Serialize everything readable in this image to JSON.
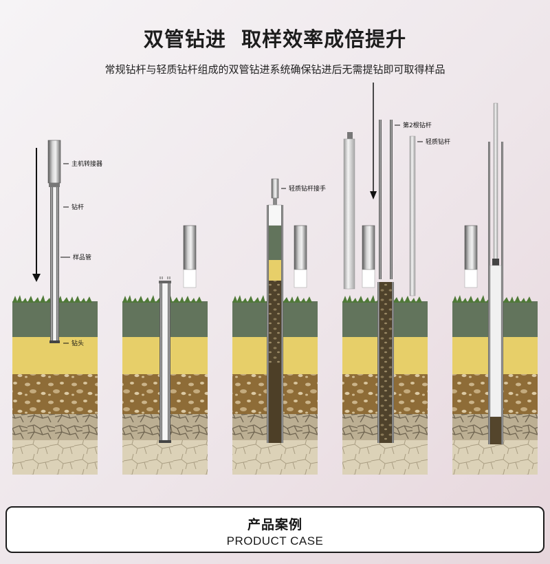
{
  "header": {
    "title": "双管钻进  取样效率成倍提升",
    "subtitle": "常规钻杆与轻质钻杆组成的双管钻进系统确保钻进后无需提钻即可取得样品"
  },
  "diagram": {
    "callouts": {
      "adapter": "主机转接器",
      "drill_rod": "钻杆",
      "sample_tube": "样品管",
      "drill_bit": "钻头",
      "light_rod_joint": "轻质钻杆接手",
      "second_rod": "第2根钻杆",
      "light_rod": "轻质钻杆"
    },
    "colors": {
      "grass": "#4f7a38",
      "topsoil": "#62745c",
      "sand": "#e7cf69",
      "gravel": "#8e6c37",
      "rock": "#b9ac90",
      "bedrock": "#ddd3b8",
      "core": "#54452c"
    }
  },
  "footer": {
    "title_cn": "产品案例",
    "title_en": "PRODUCT CASE"
  }
}
